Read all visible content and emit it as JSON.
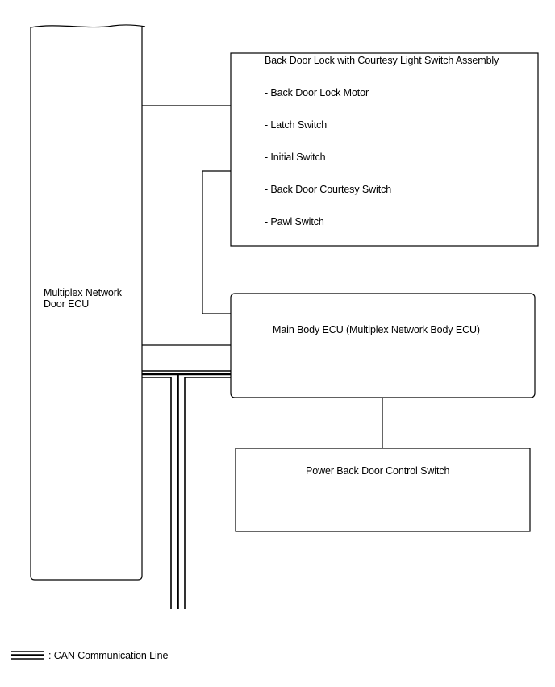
{
  "ecu_door": {
    "line1": "Multiplex Network",
    "line2": "Door ECU"
  },
  "back_door_lock": {
    "title": "Back Door Lock with Courtesy Light Switch Assembly",
    "items": [
      "- Back Door Lock Motor",
      "- Latch Switch",
      "- Initial Switch",
      "- Back Door Courtesy Switch",
      "- Pawl Switch"
    ]
  },
  "main_body_ecu": {
    "label": "Main Body ECU (Multiplex Network Body ECU)"
  },
  "power_back_door_switch": {
    "label": "Power Back Door Control Switch"
  },
  "legend": {
    "label": ": CAN Communication Line"
  }
}
